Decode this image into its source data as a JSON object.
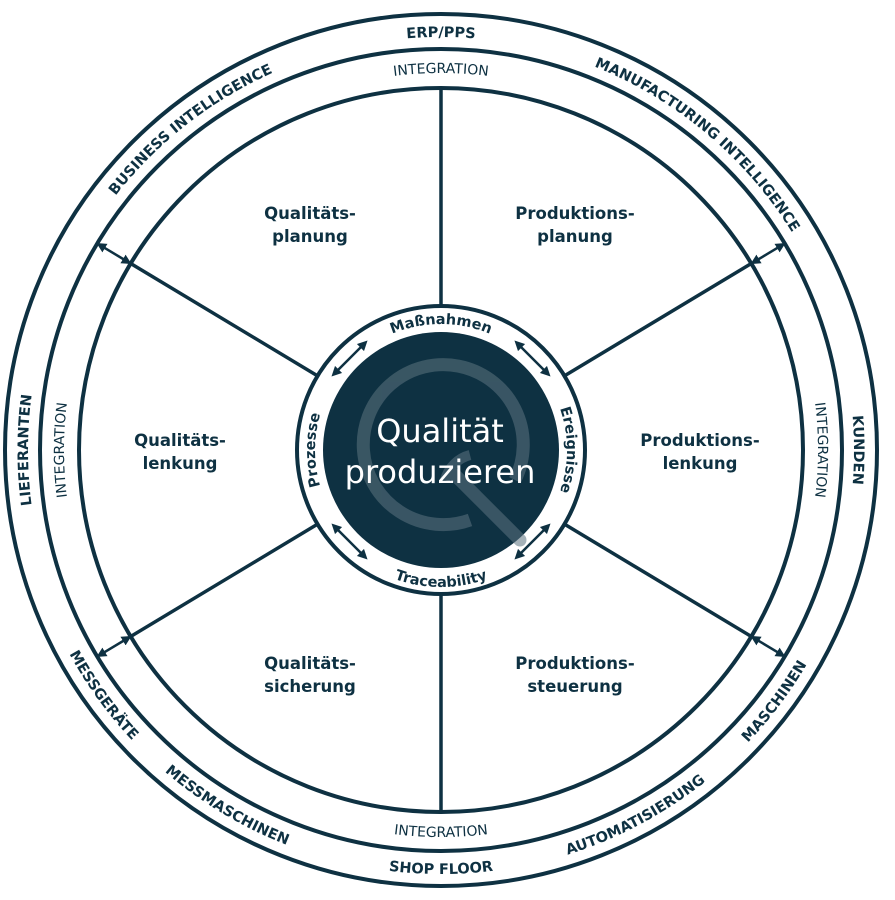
{
  "colors": {
    "primary": "#0e3142",
    "watermark": "#5d7480",
    "background": "#ffffff"
  },
  "outer_ring": {
    "top": "ERP/PPS",
    "top_right": "MANUFACTURING INTELLIGENCE",
    "right": "KUNDEN",
    "bottom_right_outer": "MASCHINEN",
    "bottom_right": "AUTOMATISIERUNG",
    "bottom": "SHOP FLOOR",
    "bottom_left": "MESSMASCHINEN",
    "bottom_left_outer": "MESSGERÄTE",
    "left": "LIEFERANTEN",
    "top_left": "BUSINESS INTELLIGENCE"
  },
  "integration_ring": {
    "top": "INTEGRATION",
    "right": "INTEGRATION",
    "bottom": "INTEGRATION",
    "left": "INTEGRATION"
  },
  "segments": {
    "top_left": [
      "Qualitäts-",
      "planung"
    ],
    "top_right": [
      "Produktions-",
      "planung"
    ],
    "mid_left": [
      "Qualitäts-",
      "lenkung"
    ],
    "mid_right": [
      "Produktions-",
      "lenkung"
    ],
    "bottom_left": [
      "Qualitäts-",
      "sicherung"
    ],
    "bottom_right": [
      "Produktions-",
      "steuerung"
    ]
  },
  "hub": {
    "top": "Maßnahmen",
    "right": "Ereignisse",
    "bottom": "Traceability",
    "left": "Prozesse"
  },
  "center": {
    "line1": "Qualität",
    "line2": "produzieren",
    "logo_icon": "q-magnifier-logo"
  }
}
